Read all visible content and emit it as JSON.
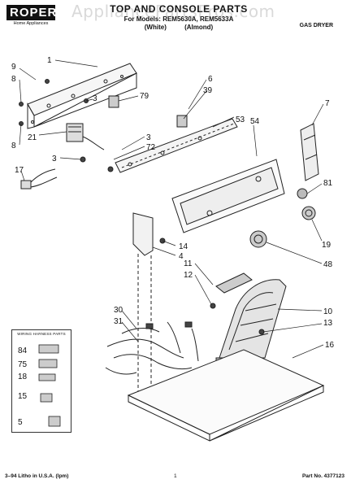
{
  "header": {
    "brand": "ROPER",
    "brand_sub": "Home Appliances",
    "title": "TOP AND CONSOLE PARTS",
    "models": "For Models: REM5630A, REM5633A",
    "color1": "(White)",
    "color2": "(Almond)",
    "product_type": "GAS DRYER",
    "watermark": "AppliancePartsPros.com"
  },
  "callouts": [
    "1",
    "9",
    "8",
    "3",
    "8",
    "21",
    "17",
    "3",
    "79",
    "6",
    "39",
    "3",
    "72",
    "53",
    "54",
    "7",
    "81",
    "19",
    "48",
    "14",
    "4",
    "11",
    "12",
    "10",
    "13",
    "16",
    "30",
    "31"
  ],
  "harness": {
    "title": "WIRING HARNESS PARTS",
    "labels": [
      "84",
      "75",
      "18",
      "15",
      "5"
    ]
  },
  "footer": {
    "left": "3–94 Litho in U.S.A. (lpm)",
    "page": "1",
    "part_no": "Part No. 4377123"
  }
}
